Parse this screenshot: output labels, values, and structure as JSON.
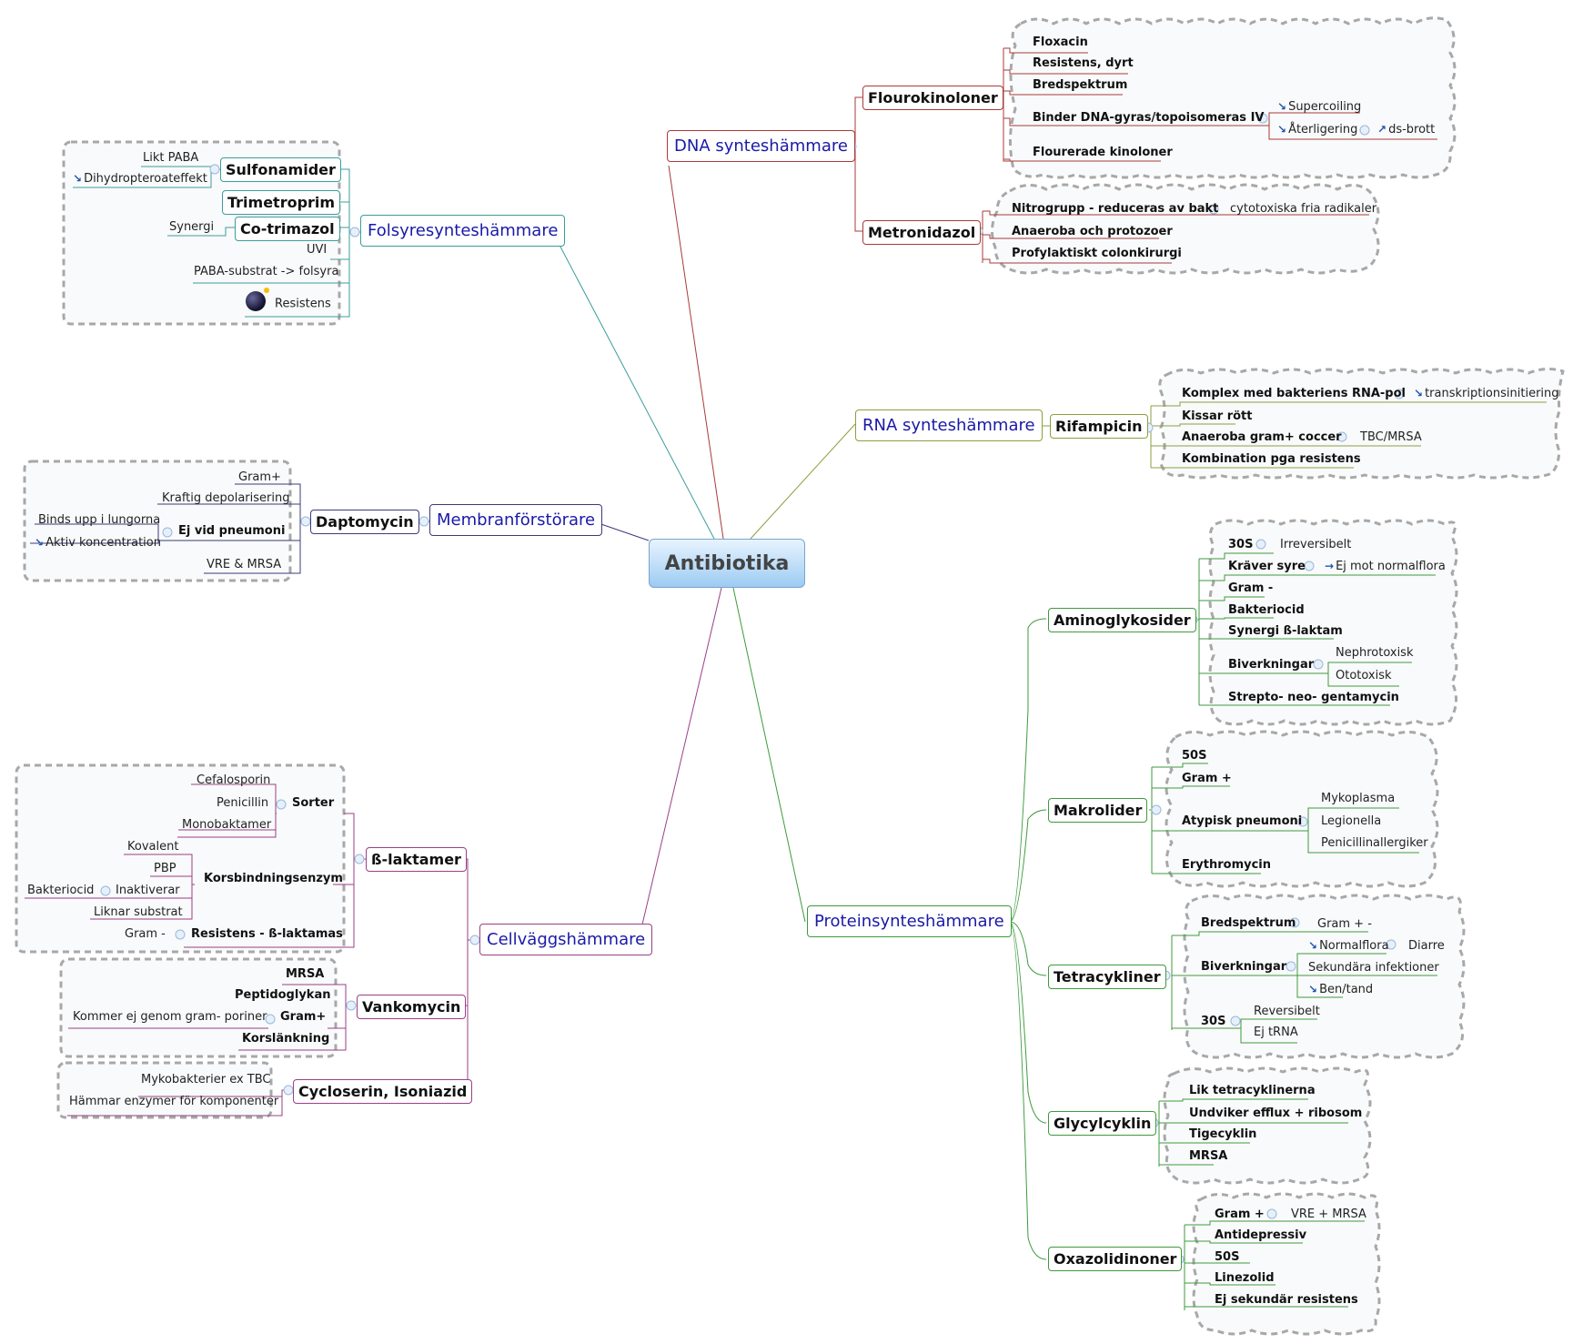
{
  "root": "Antibiotika",
  "branches": {
    "dna": "DNA synteshämmare",
    "rna": "RNA synteshämmare",
    "fol": "Folsyresynteshämmare",
    "mem": "Membranförstörare",
    "cell": "Cellväggshämmare",
    "prot": "Proteinsynteshämmare"
  },
  "nodes": {
    "flouro": "Flourokinoloner",
    "metro": "Metronidazol",
    "rifa": "Rifampicin",
    "sulfa": "Sulfonamider",
    "trime": "Trimetroprim",
    "cotri": "Co-trimazol",
    "dapto": "Daptomycin",
    "blakt": "ß-laktamer",
    "vanko": "Vankomycin",
    "cyclo": "Cycloserin, Isoniazid",
    "amino": "Aminoglykosider",
    "makro": "Makrolider",
    "tetra": "Tetracykliner",
    "glycyl": "Glycylcyklin",
    "oxa": "Oxazolidinoner"
  },
  "texts": {
    "floxacin": "Floxacin",
    "resdyrt": "Resistens, dyrt",
    "bredspek": "Bredspektrum",
    "binderdna": "Binder DNA-gyras/topoisomeras IV",
    "supercoil": "Supercoiling",
    "aterlig": "Återligering",
    "dsbrott": "ds-brott",
    "flourkin": "Flourerade kinoloner",
    "nitro": "Nitrogrupp - reduceras av bakt",
    "cytotox": "cytotoxiska fria radikaler",
    "anaeproto": "Anaeroba och protozoer",
    "profylakt": "Profylaktiskt colonkirurgi",
    "komplex": "Komplex med bakteriens RNA-pol",
    "transkr": "transkriptionsinitiering",
    "kissar": "Kissar rött",
    "anaegram": "Anaeroba gram+ coccer",
    "tbcmrsa": "TBC/MRSA",
    "kombin": "Kombination pga resistens",
    "likpaba": "Likt PABA",
    "dihydro": "Dihydropteroateffekt",
    "synergi": "Synergi",
    "uvi": "UVI",
    "pabasub": "PABA-substrat -> folsyra",
    "resfol": "Resistens",
    "gramplus": "Gram+",
    "kraftig": "Kraftig depolarisering",
    "bindsupp": "Binds upp i lungorna",
    "aktivkonc": "Aktiv koncentration",
    "ejvidpn": "Ej vid pneumoni",
    "vremrsa": "VRE & MRSA",
    "cefalo": "Cefalosporin",
    "penic": "Penicillin",
    "monobak": "Monobaktamer",
    "sorter": "Sorter",
    "kovalent": "Kovalent",
    "pbp": "PBP",
    "korsenz": "Korsbindningsenzym",
    "baktcid": "Bakteriocid",
    "inaktiv": "Inaktiverar",
    "liknar": "Liknar substrat",
    "gramminus": "Gram -",
    "resblakt": "Resistens - ß-laktamas",
    "mrsa": "MRSA",
    "peptido": "Peptidoglykan",
    "kommerej": "Kommer ej genom gram- poriner",
    "vgramplus": "Gram+",
    "korslank": "Korslänkning",
    "myko": "Mykobakterier ex TBC",
    "hammar": "Hämmar enzymer för komponenter",
    "a30s": "30S",
    "irrev": "Irreversibelt",
    "kraver": "Kräver syre",
    "ejmot": "Ej mot normalflora",
    "agram": "Gram -",
    "abakt": "Bakteriocid",
    "asyn": "Synergi ß-laktam",
    "nephro": "Nephrotoxisk",
    "abiv": "Biverkningar",
    "oto": "Ototoxisk",
    "strepto": "Strepto- neo- gentamycin",
    "m50s": "50S",
    "mgram": "Gram +",
    "mykopl": "Mykoplasma",
    "atyp": "Atypisk pneumoni",
    "legion": "Legionella",
    "penall": "Penicillinallergiker",
    "erythro": "Erythromycin",
    "tbred": "Bredspektrum",
    "tgrampm": "Gram + -",
    "normfl": "Normalflora",
    "diarre": "Diarre",
    "tbiv": "Biverkningar",
    "sekinf": "Sekundära infektioner",
    "bentand": "Ben/tand",
    "revers": "Reversibelt",
    "t30s": "30S",
    "ejtrna": "Ej tRNA",
    "liktetra": "Lik tetracyklinerna",
    "undviker": "Undviker efflux + ribosom",
    "tigecyk": "Tigecyklin",
    "gmrsa": "MRSA",
    "ogram": "Gram +",
    "ovremrsa": "VRE + MRSA",
    "antidep": "Antidepressiv",
    "o50s": "50S",
    "linezolid": "Linezolid",
    "ejsek": "Ej sekundär resistens"
  },
  "colors": {
    "dna": "#a83a3a",
    "rna": "#8aa040",
    "fol": "#3d9c9c",
    "mem": "#3b3b7a",
    "cell": "#9a3f86",
    "prot": "#3e9a3e",
    "boundary": "#a8a8a8",
    "root_fill": "#9ccbf2",
    "branch_text": "#1a1aa8"
  }
}
